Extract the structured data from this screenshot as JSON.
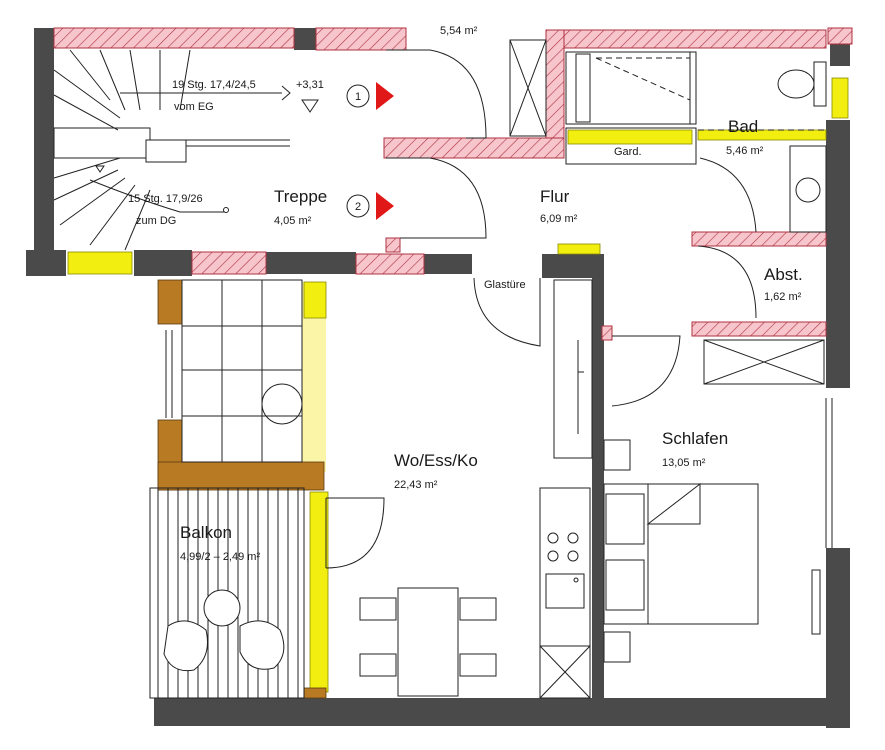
{
  "rooms": {
    "treppe": {
      "name": "Treppe",
      "area": "4,05 m²"
    },
    "flur": {
      "name": "Flur",
      "area": "6,09 m²"
    },
    "bad": {
      "name": "Bad",
      "area": "5,46 m²"
    },
    "abst": {
      "name": "Abst.",
      "area": "1,62 m²"
    },
    "schlafen": {
      "name": "Schlafen",
      "area": "13,05 m²"
    },
    "wohnen": {
      "name": "Wo/Ess/Ko",
      "area": "22,43 m²"
    },
    "balkon": {
      "name": "Balkon",
      "area": "4,99/2 – 2,49 m²"
    },
    "top_cut": {
      "area": "5,54 m²"
    }
  },
  "stairs": {
    "up_line1": "19 Stg. 17,4/24,5",
    "up_line2": "vom EG",
    "level": "+3,31",
    "down_line1": "15 Stg. 17,9/26",
    "down_line2": "zum DG"
  },
  "labels": {
    "glass_door": "Glastüre",
    "wardrobe": "Gard.",
    "door_marker_1": "1",
    "door_marker_2": "2"
  },
  "colors": {
    "wall": "#4a4a4a",
    "hatch_wall": "#f6c6cc",
    "hatch_line": "#b03040",
    "insulation_yellow": "#f2ee10",
    "wood": "#b87a22",
    "door_marker": "#e01818"
  }
}
